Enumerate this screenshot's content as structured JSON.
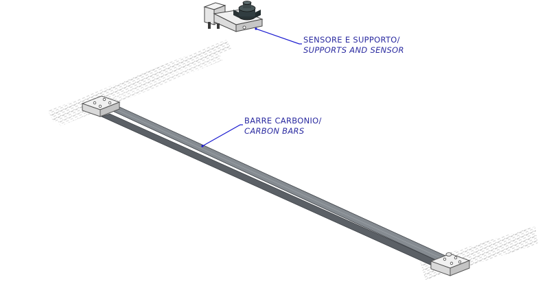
{
  "callouts": {
    "sensor": {
      "label_it": "SENSORE E SUPPORTO/",
      "label_en": "SUPPORTS AND SENSOR"
    },
    "bars": {
      "label_it": "BARRE CARBONIO/",
      "label_en": "CARBON BARS"
    }
  },
  "colors": {
    "callout_text": "#2a2aa0",
    "leader_line": "#1a1ad0",
    "bar_top": "#7f858b",
    "bar_side": "#5b6066",
    "bracket_face": "#eeeeee",
    "bracket_edge": "#555555",
    "sensor_body": "#2f3a3c",
    "hatch": "#c4c4c4"
  }
}
